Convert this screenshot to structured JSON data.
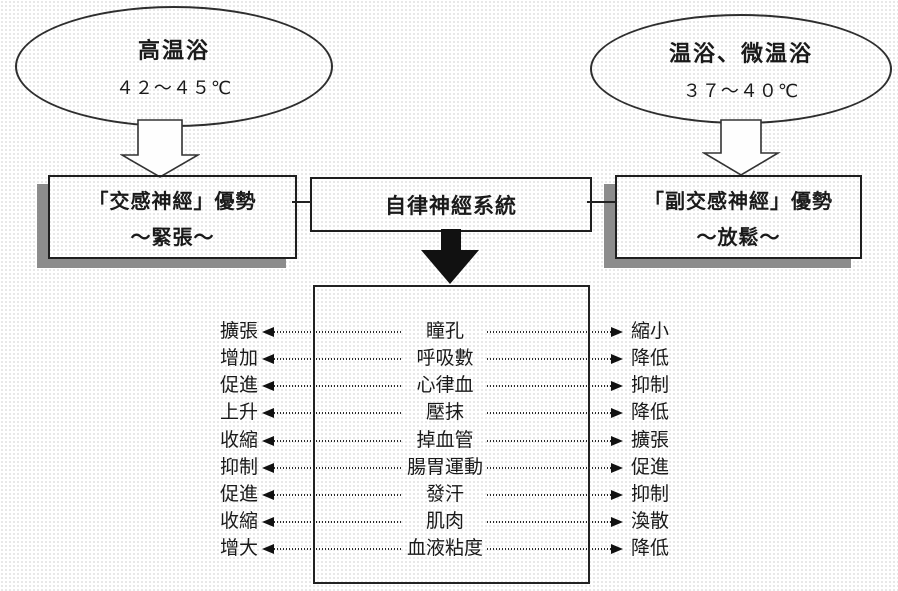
{
  "ellipses": {
    "left": {
      "title": "高温浴",
      "temp": "４２～４５℃"
    },
    "right": {
      "title": "温浴、微温浴",
      "temp": "３７～４０℃"
    }
  },
  "boxes": {
    "left": {
      "line1": "「交感神經」優勢",
      "line2": "～緊張～"
    },
    "center": {
      "label": "自律神經系統"
    },
    "right": {
      "line1": "「副交感神經」優勢",
      "line2": "～放鬆～"
    }
  },
  "effects_table": {
    "rows": [
      {
        "left": "擴張",
        "center": "瞳孔",
        "right": "縮小"
      },
      {
        "left": "增加",
        "center": "呼吸數",
        "right": "降低"
      },
      {
        "left": "促進",
        "center": "心律血",
        "right": "抑制"
      },
      {
        "left": "上升",
        "center": "壓抹",
        "right": "降低"
      },
      {
        "left": "收縮",
        "center": "掉血管",
        "right": "擴張"
      },
      {
        "left": "抑制",
        "center": "腸胃運動",
        "right": "促進"
      },
      {
        "left": "促進",
        "center": "發汗",
        "right": "抑制"
      },
      {
        "left": "收縮",
        "center": "肌肉",
        "right": "渙散"
      },
      {
        "left": "增大",
        "center": "血液粘度",
        "right": "降低"
      }
    ]
  },
  "colors": {
    "shadow": "#8c8c8c",
    "line": "#222222",
    "arrow_fill": "#111111",
    "background_dot": "#e0e0e0"
  }
}
